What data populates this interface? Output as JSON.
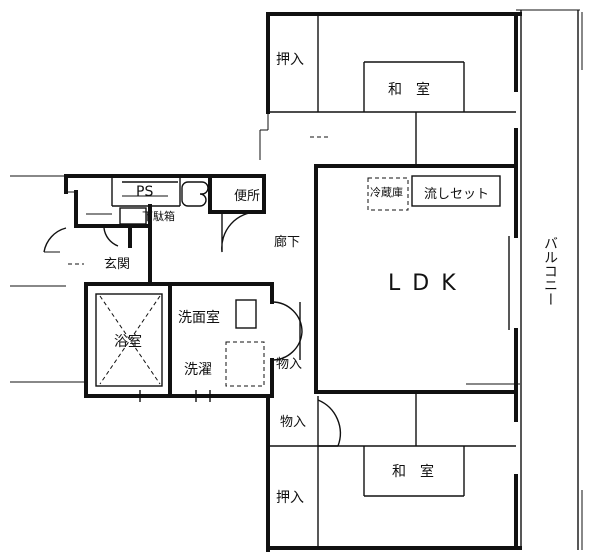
{
  "rooms": {
    "washitsu_top": "和　室",
    "oshiire_top": "押入",
    "ps": "PS",
    "geta": "下駄箱",
    "benjo": "便所",
    "genkan": "玄関",
    "rouka": "廊下",
    "reizouko": "冷蔵庫",
    "nagashi": "流しセット",
    "ldk": "LDK",
    "balcony": "バルコニー",
    "yokushitsu": "浴室",
    "senmen": "洗面室",
    "sentaku": "洗濯",
    "monoire_mid": "物入",
    "monoire_bottom": "物入",
    "washitsu_bottom": "和　室",
    "oshiire_bottom": "押入"
  }
}
